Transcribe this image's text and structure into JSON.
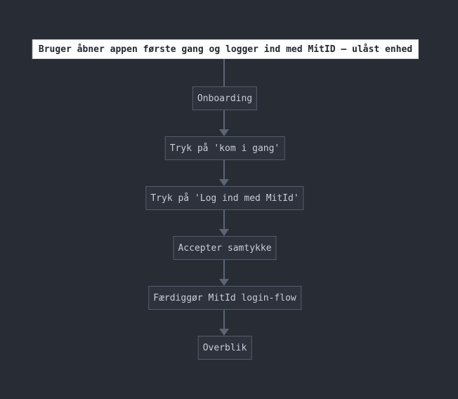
{
  "diagram": {
    "type": "flowchart",
    "direction": "top-down",
    "start_node": {
      "label": "Bruger åbner appen første gang og logger ind med MitID – ulåst enhed"
    },
    "steps": [
      "Onboarding",
      "Tryk på 'kom i gang'",
      "Tryk på 'Log ind med MitId'",
      "Accepter samtykke",
      "Færdiggør MitId login-flow",
      "Overblik"
    ],
    "edges": [
      {
        "from": "start",
        "to": "Onboarding",
        "arrowhead": false
      },
      {
        "from": "Onboarding",
        "to": "Tryk på 'kom i gang'",
        "arrowhead": true
      },
      {
        "from": "Tryk på 'kom i gang'",
        "to": "Tryk på 'Log ind med MitId'",
        "arrowhead": true
      },
      {
        "from": "Tryk på 'Log ind med MitId'",
        "to": "Accepter samtykke",
        "arrowhead": true
      },
      {
        "from": "Accepter samtykke",
        "to": "Færdiggør MitId login-flow",
        "arrowhead": true
      },
      {
        "from": "Færdiggør MitId login-flow",
        "to": "Overblik",
        "arrowhead": true
      }
    ],
    "colors": {
      "background": "#282c34",
      "node_fill": "#2e323c",
      "node_border": "#545c6b",
      "node_text": "#c7cdd9",
      "edge": "#5c6574",
      "start_fill": "#ffffff",
      "start_text": "#23272f"
    }
  }
}
